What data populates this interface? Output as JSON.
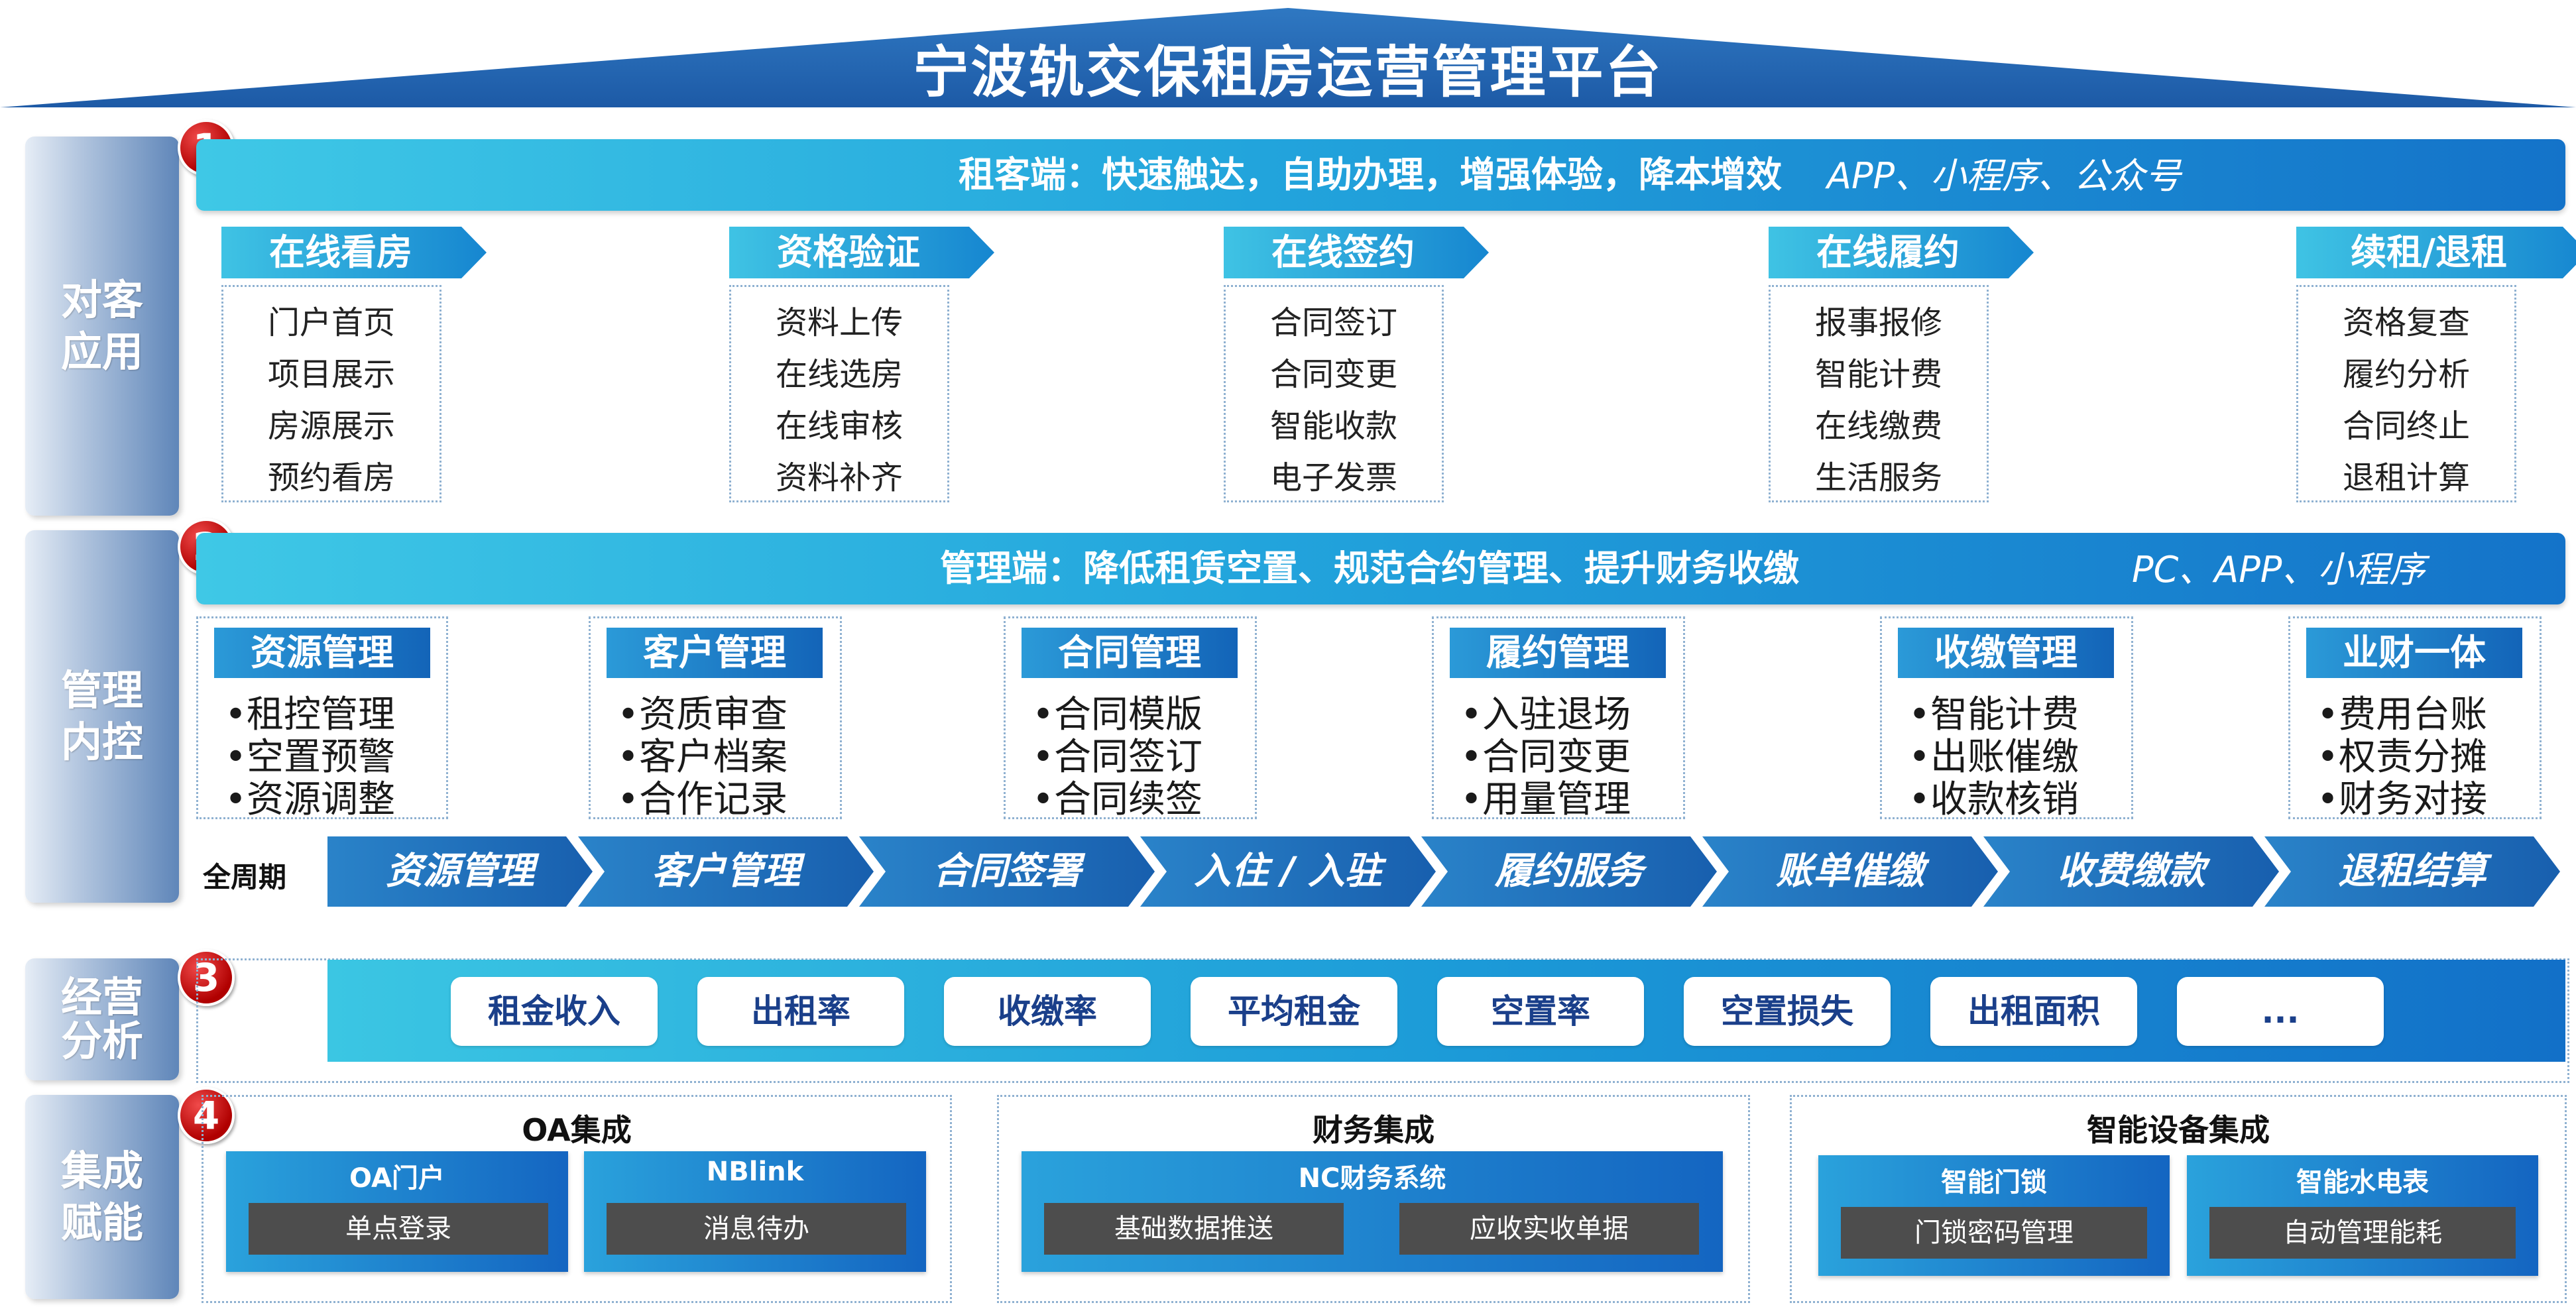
{
  "title": "宁波轨交保租房运营管理平台",
  "sections": [
    {
      "number": "1",
      "label_lines": [
        "对客",
        "应用"
      ]
    },
    {
      "number": "2",
      "label_lines": [
        "管理",
        "内控"
      ]
    },
    {
      "number": "3",
      "label_lines": [
        "经营",
        "分析"
      ]
    },
    {
      "number": "4",
      "label_lines": [
        "集成",
        "赋能"
      ]
    }
  ],
  "tenant": {
    "banner": "租客端：快速触达，自助办理，增强体验，降本增效",
    "channels": "APP、小程序、公众号",
    "modules": [
      {
        "title": "在线看房",
        "items": [
          "门户首页",
          "项目展示",
          "房源展示",
          "预约看房"
        ]
      },
      {
        "title": "资格验证",
        "items": [
          "资料上传",
          "在线选房",
          "在线审核",
          "资料补齐"
        ]
      },
      {
        "title": "在线签约",
        "items": [
          "合同签订",
          "合同变更",
          "智能收款",
          "电子发票"
        ]
      },
      {
        "title": "在线履约",
        "items": [
          "报事报修",
          "智能计费",
          "在线缴费",
          "生活服务"
        ]
      },
      {
        "title": "续租/退租",
        "items": [
          "资格复查",
          "履约分析",
          "合同终止",
          "退租计算"
        ]
      }
    ]
  },
  "manager": {
    "banner": "管理端：降低租赁空置、规范合约管理、提升财务收缴",
    "channels": "PC、APP、小程序",
    "modules": [
      {
        "title": "资源管理",
        "items": [
          "•租控管理",
          "•空置预警",
          "•资源调整"
        ]
      },
      {
        "title": "客户管理",
        "items": [
          "•资质审查",
          "•客户档案",
          "•合作记录"
        ]
      },
      {
        "title": "合同管理",
        "items": [
          "•合同模版",
          "•合同签订",
          "•合同续签"
        ]
      },
      {
        "title": "履约管理",
        "items": [
          "•入驻退场",
          "•合同变更",
          "•用量管理"
        ]
      },
      {
        "title": "收缴管理",
        "items": [
          "•智能计费",
          "•出账催缴",
          "•收款核销"
        ]
      },
      {
        "title": "业财一体",
        "items": [
          "•费用台账",
          "•权责分摊",
          "•财务对接"
        ]
      }
    ],
    "lifecycle_label": "全周期",
    "lifecycle": [
      "资源管理",
      "客户管理",
      "合同签署",
      "入住 / 入驻",
      "履约服务",
      "账单催缴",
      "收费缴款",
      "退租结算"
    ]
  },
  "analysis": {
    "metrics": [
      "租金收入",
      "出租率",
      "收缴率",
      "平均租金",
      "空置率",
      "空置损失",
      "出租面积",
      "..."
    ]
  },
  "integration": {
    "groups": [
      {
        "title": "OA集成",
        "cards": [
          {
            "title": "OA门户",
            "subs": [
              "单点登录"
            ]
          },
          {
            "title": "NBlink",
            "subs": [
              "消息待办"
            ]
          }
        ]
      },
      {
        "title": "财务集成",
        "cards": [
          {
            "title": "NC财务系统",
            "subs": [
              "基础数据推送",
              "应收实收单据"
            ]
          }
        ]
      },
      {
        "title": "智能设备集成",
        "cards": [
          {
            "title": "智能门锁",
            "subs": [
              "门锁密码管理"
            ]
          },
          {
            "title": "智能水电表",
            "subs": [
              "自动管理能耗"
            ]
          }
        ]
      }
    ]
  },
  "colors": {
    "primary": "#1473c9",
    "accent": "#3fc8e6",
    "badge": "#c40000",
    "sub_box": "#4d4d4d"
  }
}
